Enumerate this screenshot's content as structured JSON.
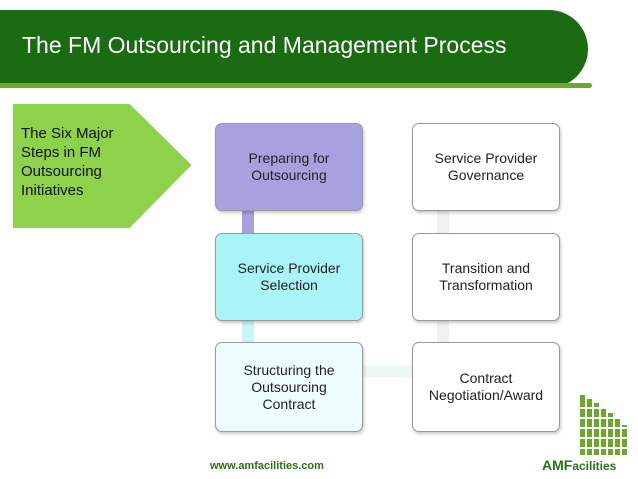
{
  "title": "The FM Outsourcing and Management Process",
  "sidebar_label": "The Six Major Steps in FM Outsourcing Initiatives",
  "steps": [
    "Preparing for Outsourcing",
    "Service Provider Selection",
    "Structuring the Outsourcing Contract",
    "Contract Negotiation/Award",
    "Transition and Transformation",
    "Service Provider Governance"
  ],
  "footer_url": "www.amfacilities.com",
  "logo": {
    "prefix": "AMF",
    "suffix": "acilities"
  },
  "colors": {
    "title_bar": "#1a6b12",
    "title_underline": "#6ca82c",
    "chevron": "#8ed14a",
    "step1": "#a7a2df",
    "step2": "#a9f4f6",
    "step3": "#edfdfd",
    "step4": "#ffffff",
    "step5": "#ffffff",
    "step6": "#ffffff"
  }
}
